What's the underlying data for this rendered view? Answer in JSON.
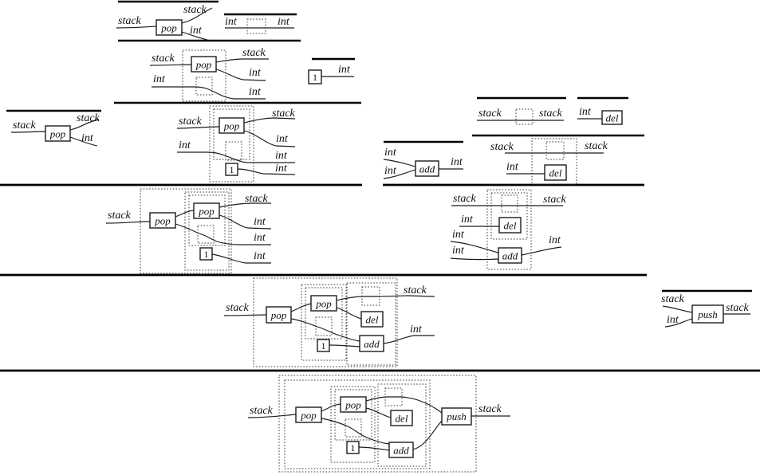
{
  "labels": {
    "stack": "stack",
    "int": "int",
    "pop": "pop",
    "add": "add",
    "del": "del",
    "push": "push",
    "one": "1"
  },
  "figure": {
    "kind": "string-diagram derivation tree",
    "description": "Typing derivation composing string diagrams of a stack program: pop, constant 1, add, del and push generators are combined step by step into one program diagram from stack to stack.",
    "panels": [
      {
        "name": "pop-axiom-top",
        "inputs": [
          "stack"
        ],
        "generators": [
          "pop"
        ],
        "outputs": [
          "stack",
          "int"
        ]
      },
      {
        "name": "int-identity-axiom",
        "inputs": [
          "int"
        ],
        "generators": [],
        "outputs": [
          "int"
        ]
      },
      {
        "name": "pop-tensor-id",
        "inputs": [
          "stack",
          "int"
        ],
        "generators": [
          "pop"
        ],
        "outputs": [
          "stack",
          "int",
          "int"
        ]
      },
      {
        "name": "one-axiom",
        "inputs": [],
        "generators": [
          "1"
        ],
        "outputs": [
          "int"
        ]
      },
      {
        "name": "pop-axiom-left",
        "inputs": [
          "stack"
        ],
        "generators": [
          "pop"
        ],
        "outputs": [
          "stack",
          "int"
        ]
      },
      {
        "name": "pop-tensor-id-tensor-one",
        "inputs": [
          "stack",
          "int"
        ],
        "generators": [
          "pop",
          "1"
        ],
        "outputs": [
          "stack",
          "int",
          "int",
          "int"
        ]
      },
      {
        "name": "pop-then-pop-one",
        "inputs": [
          "stack"
        ],
        "generators": [
          "pop",
          "pop",
          "1"
        ],
        "outputs": [
          "stack",
          "int",
          "int",
          "int"
        ]
      },
      {
        "name": "add-axiom",
        "inputs": [
          "int",
          "int"
        ],
        "generators": [
          "add"
        ],
        "outputs": [
          "int"
        ]
      },
      {
        "name": "stack-identity-axiom",
        "inputs": [
          "stack"
        ],
        "generators": [],
        "outputs": [
          "stack"
        ]
      },
      {
        "name": "del-axiom",
        "inputs": [
          "int"
        ],
        "generators": [
          "del"
        ],
        "outputs": []
      },
      {
        "name": "id-tensor-del",
        "inputs": [
          "stack",
          "int"
        ],
        "generators": [
          "del"
        ],
        "outputs": [
          "stack"
        ]
      },
      {
        "name": "id-del-add",
        "inputs": [
          "stack",
          "int",
          "int",
          "int"
        ],
        "generators": [
          "del",
          "add"
        ],
        "outputs": [
          "stack",
          "int"
        ]
      },
      {
        "name": "pop-pop-del-add",
        "inputs": [
          "stack"
        ],
        "generators": [
          "pop",
          "pop",
          "del",
          "add",
          "1"
        ],
        "outputs": [
          "stack",
          "int"
        ]
      },
      {
        "name": "push-axiom",
        "inputs": [
          "stack",
          "int"
        ],
        "generators": [
          "push"
        ],
        "outputs": [
          "stack"
        ]
      },
      {
        "name": "full-program",
        "inputs": [
          "stack"
        ],
        "generators": [
          "pop",
          "pop",
          "del",
          "add",
          "1",
          "push"
        ],
        "outputs": [
          "stack"
        ]
      }
    ]
  }
}
